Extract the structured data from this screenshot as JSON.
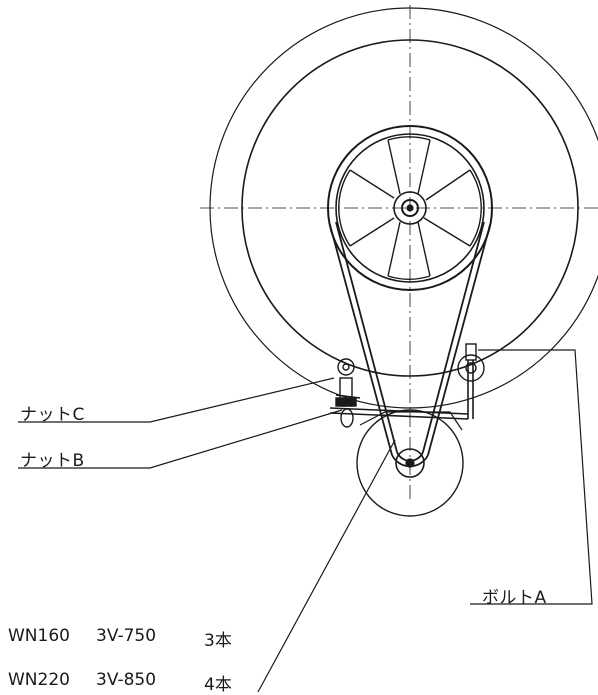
{
  "labels": {
    "nut_c": "ナットC",
    "nut_b": "ナットB",
    "bolt_a": "ボルトA"
  },
  "belt_specs": [
    {
      "model": "WN160",
      "belt": "3V-750",
      "qty": "3本"
    },
    {
      "model": "WN220",
      "belt": "3V-850",
      "qty": "4本"
    }
  ],
  "colors": {
    "line": "#1a1a1a",
    "paper": "#ffffff"
  }
}
